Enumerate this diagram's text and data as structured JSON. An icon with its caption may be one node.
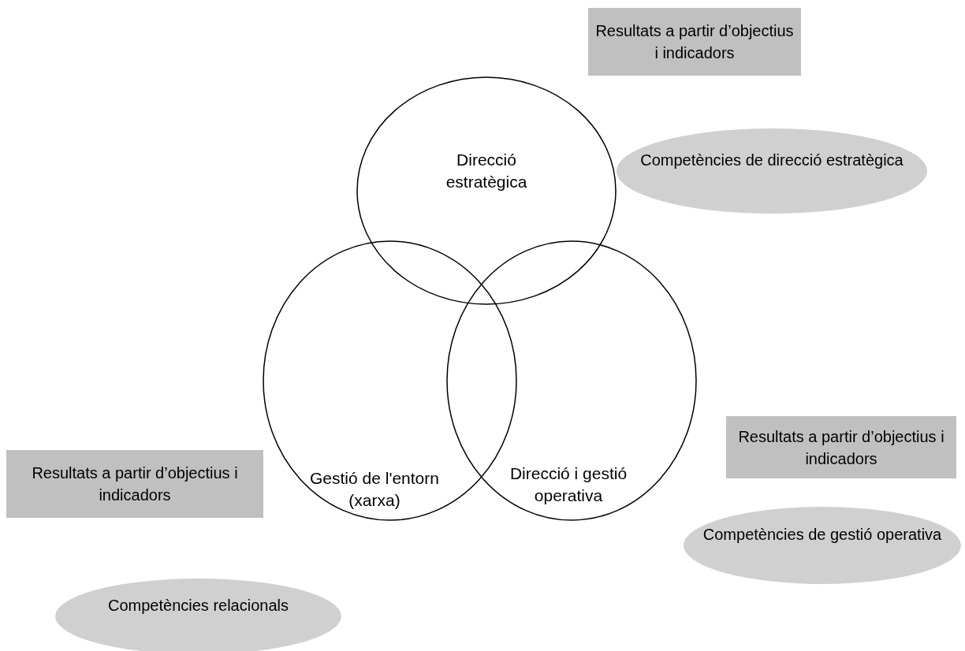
{
  "diagram": {
    "nodes": [
      {
        "text": [
          "Resultats a partir d’objectius i indicadors"
        ]
      },
      {
        "text": [
          "Direcció estratègica"
        ]
      },
      {
        "text": [
          "Competències de direcció estratègica"
        ]
      },
      {
        "text": [
          "Resultats a partir d’objectius i indicadors"
        ]
      },
      {
        "text": [
          "Gestió de l'entorn (xarxa)"
        ]
      },
      {
        "text": [
          "Direcció i gestió operativa"
        ]
      },
      {
        "text": [
          "Resultats a partir d’objectius i indicadors"
        ]
      },
      {
        "text": [
          "Competències de gestió operativa"
        ]
      },
      {
        "text": [
          "Competències relacionals"
        ]
      }
    ]
  }
}
